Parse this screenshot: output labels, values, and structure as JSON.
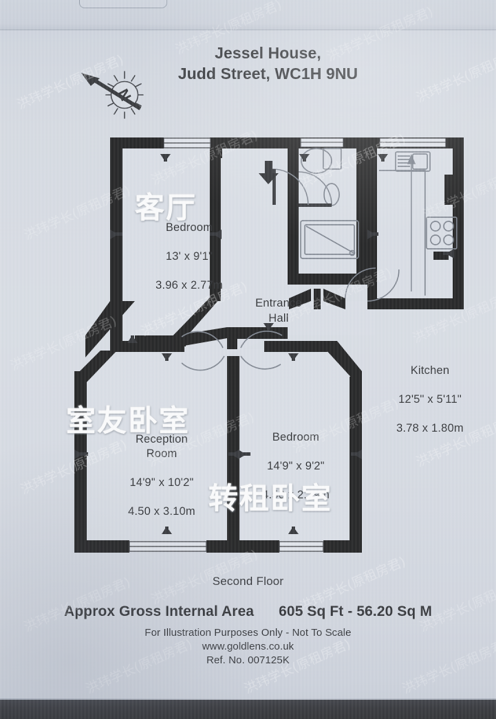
{
  "document": {
    "title_line_1": "Jessel House,",
    "title_line_2": "Judd Street, WC1H 9NU",
    "floor_name": "Second Floor",
    "area_label": "Approx Gross Internal Area",
    "area_value": "605 Sq Ft  -  56.20 Sq M",
    "disclaimer": "For Illustration Purposes Only - Not To Scale",
    "website": "www.goldlens.co.uk",
    "reference": "Ref. No. 007125K"
  },
  "compass": {
    "icon": "compass-north-icon",
    "letter": "N"
  },
  "rooms": [
    {
      "id": "bedroom-1",
      "name": "Bedroom",
      "dimensions_imperial": "13' x 9'1\"",
      "dimensions_metric": "3.96 x 2.77m"
    },
    {
      "id": "entrance-hall",
      "name": "Entrance\nHall",
      "dimensions_imperial": "",
      "dimensions_metric": ""
    },
    {
      "id": "kitchen",
      "name": "Kitchen",
      "dimensions_imperial": "12'5\" x 5'11\"",
      "dimensions_metric": "3.78 x 1.80m"
    },
    {
      "id": "reception-room",
      "name": "Reception\nRoom",
      "dimensions_imperial": "14'9\" x 10'2\"",
      "dimensions_metric": "4.50 x 3.10m"
    },
    {
      "id": "bedroom-2",
      "name": "Bedroom",
      "dimensions_imperial": "14'9\" x 9'2\"",
      "dimensions_metric": "4.50 x 2.79m"
    }
  ],
  "annotations": [
    {
      "id": "living-room",
      "text": "客厅"
    },
    {
      "id": "roommate-bedroom",
      "text": "室友卧室"
    },
    {
      "id": "sublet-bedroom",
      "text": "转租卧室"
    }
  ],
  "watermark": {
    "text": "洪玮学长(原租房君)"
  },
  "fixtures": [
    "toilet",
    "wash-basin",
    "bath-tub",
    "kitchen-sink",
    "hob-four-burner",
    "entrance-door-arrow"
  ],
  "colors": {
    "wall": "#000000",
    "floor": "#d5dae2",
    "text": "#15171b",
    "annotation": "#ffffff",
    "screen_background": "#d4d9e1"
  }
}
